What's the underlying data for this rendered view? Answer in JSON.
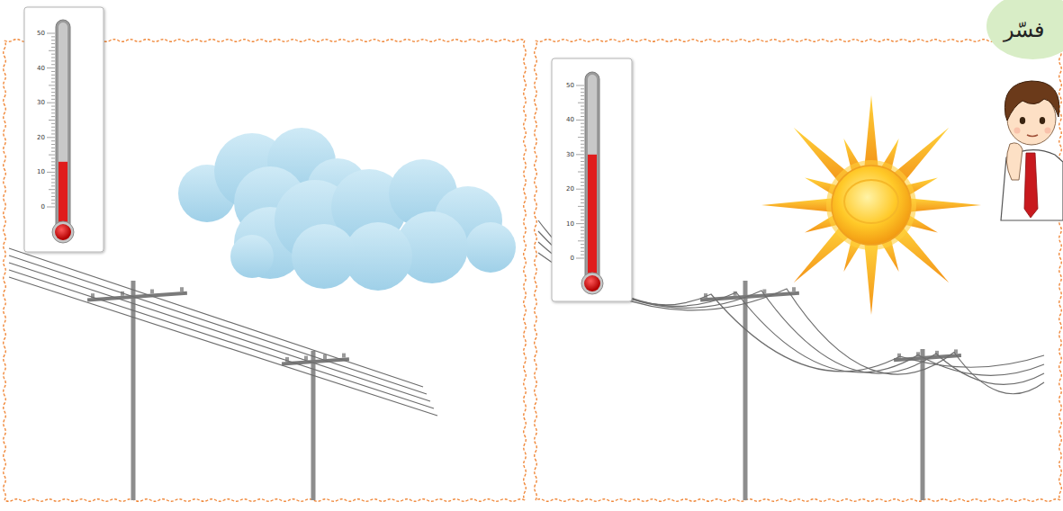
{
  "diagram": {
    "nodes": [
      {
        "text": [
          "فسّر"
        ]
      }
    ],
    "labels": [
      "50",
      "40",
      "30",
      "20",
      "10",
      "0",
      "50",
      "40",
      "30",
      "20",
      "10",
      "0"
    ]
  }
}
